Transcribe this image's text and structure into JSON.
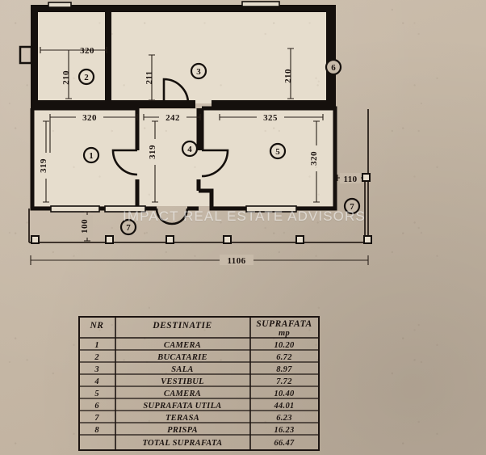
{
  "document": {
    "type": "architectural-floor-plan",
    "watermark": "IMPACT REAL ESTATE ADVISORS"
  },
  "plan": {
    "rooms": [
      {
        "marker": "1",
        "name": "CAMERA",
        "width": "320",
        "height": "319"
      },
      {
        "marker": "2",
        "name": "BUCATARIE",
        "width": "320",
        "height": "210"
      },
      {
        "marker": "3",
        "name": "SALA",
        "width": "",
        "height": "211"
      },
      {
        "marker": "4",
        "name": "VESTIBUL",
        "width": "242",
        "height": "319"
      },
      {
        "marker": "5",
        "name": "CAMERA",
        "width": "325",
        "height": "320"
      },
      {
        "marker": "6",
        "name": "SUPRAFATA UTILA",
        "width": "",
        "height": "210"
      },
      {
        "marker": "7",
        "name": "TERASA",
        "width": "110",
        "height": "100"
      },
      {
        "marker": "8",
        "name": "PRISPA",
        "width": "1106",
        "height": ""
      }
    ],
    "dimensions": {
      "overall_bottom": "1106",
      "d_320_left": "320",
      "d_242": "242",
      "d_325": "325",
      "d_319_left": "319",
      "d_319_mid": "319",
      "d_320_right": "320",
      "d_210_left": "210",
      "d_320_top": "320",
      "d_211": "211",
      "d_210_top_right": "210",
      "d_110": "110",
      "d_100": "100"
    },
    "markers": [
      "1",
      "2",
      "3",
      "4",
      "5",
      "6",
      "7",
      "7"
    ]
  },
  "table": {
    "headers": [
      "NR",
      "DESTINATIE",
      "SUPRAFATA"
    ],
    "unit": "mp",
    "rows": [
      {
        "nr": "1",
        "dest": "CAMERA",
        "area": "10.20"
      },
      {
        "nr": "2",
        "dest": "BUCATARIE",
        "area": "6.72"
      },
      {
        "nr": "3",
        "dest": "SALA",
        "area": "8.97"
      },
      {
        "nr": "4",
        "dest": "VESTIBUL",
        "area": "7.72"
      },
      {
        "nr": "5",
        "dest": "CAMERA",
        "area": "10.40"
      },
      {
        "nr": "6",
        "dest": "SUPRAFATA UTILA",
        "area": "44.01"
      },
      {
        "nr": "7",
        "dest": "TERASA",
        "area": "6.23"
      },
      {
        "nr": "8",
        "dest": "PRISPA",
        "area": "16.23"
      }
    ],
    "total": {
      "nr": "",
      "dest": "TOTAL SUPRAFATA",
      "area": "66.47"
    }
  },
  "colors": {
    "paper": "#c7baa9",
    "ink": "#1c1411",
    "interior": "#e6ddcd",
    "watermark": "#ffffff"
  }
}
